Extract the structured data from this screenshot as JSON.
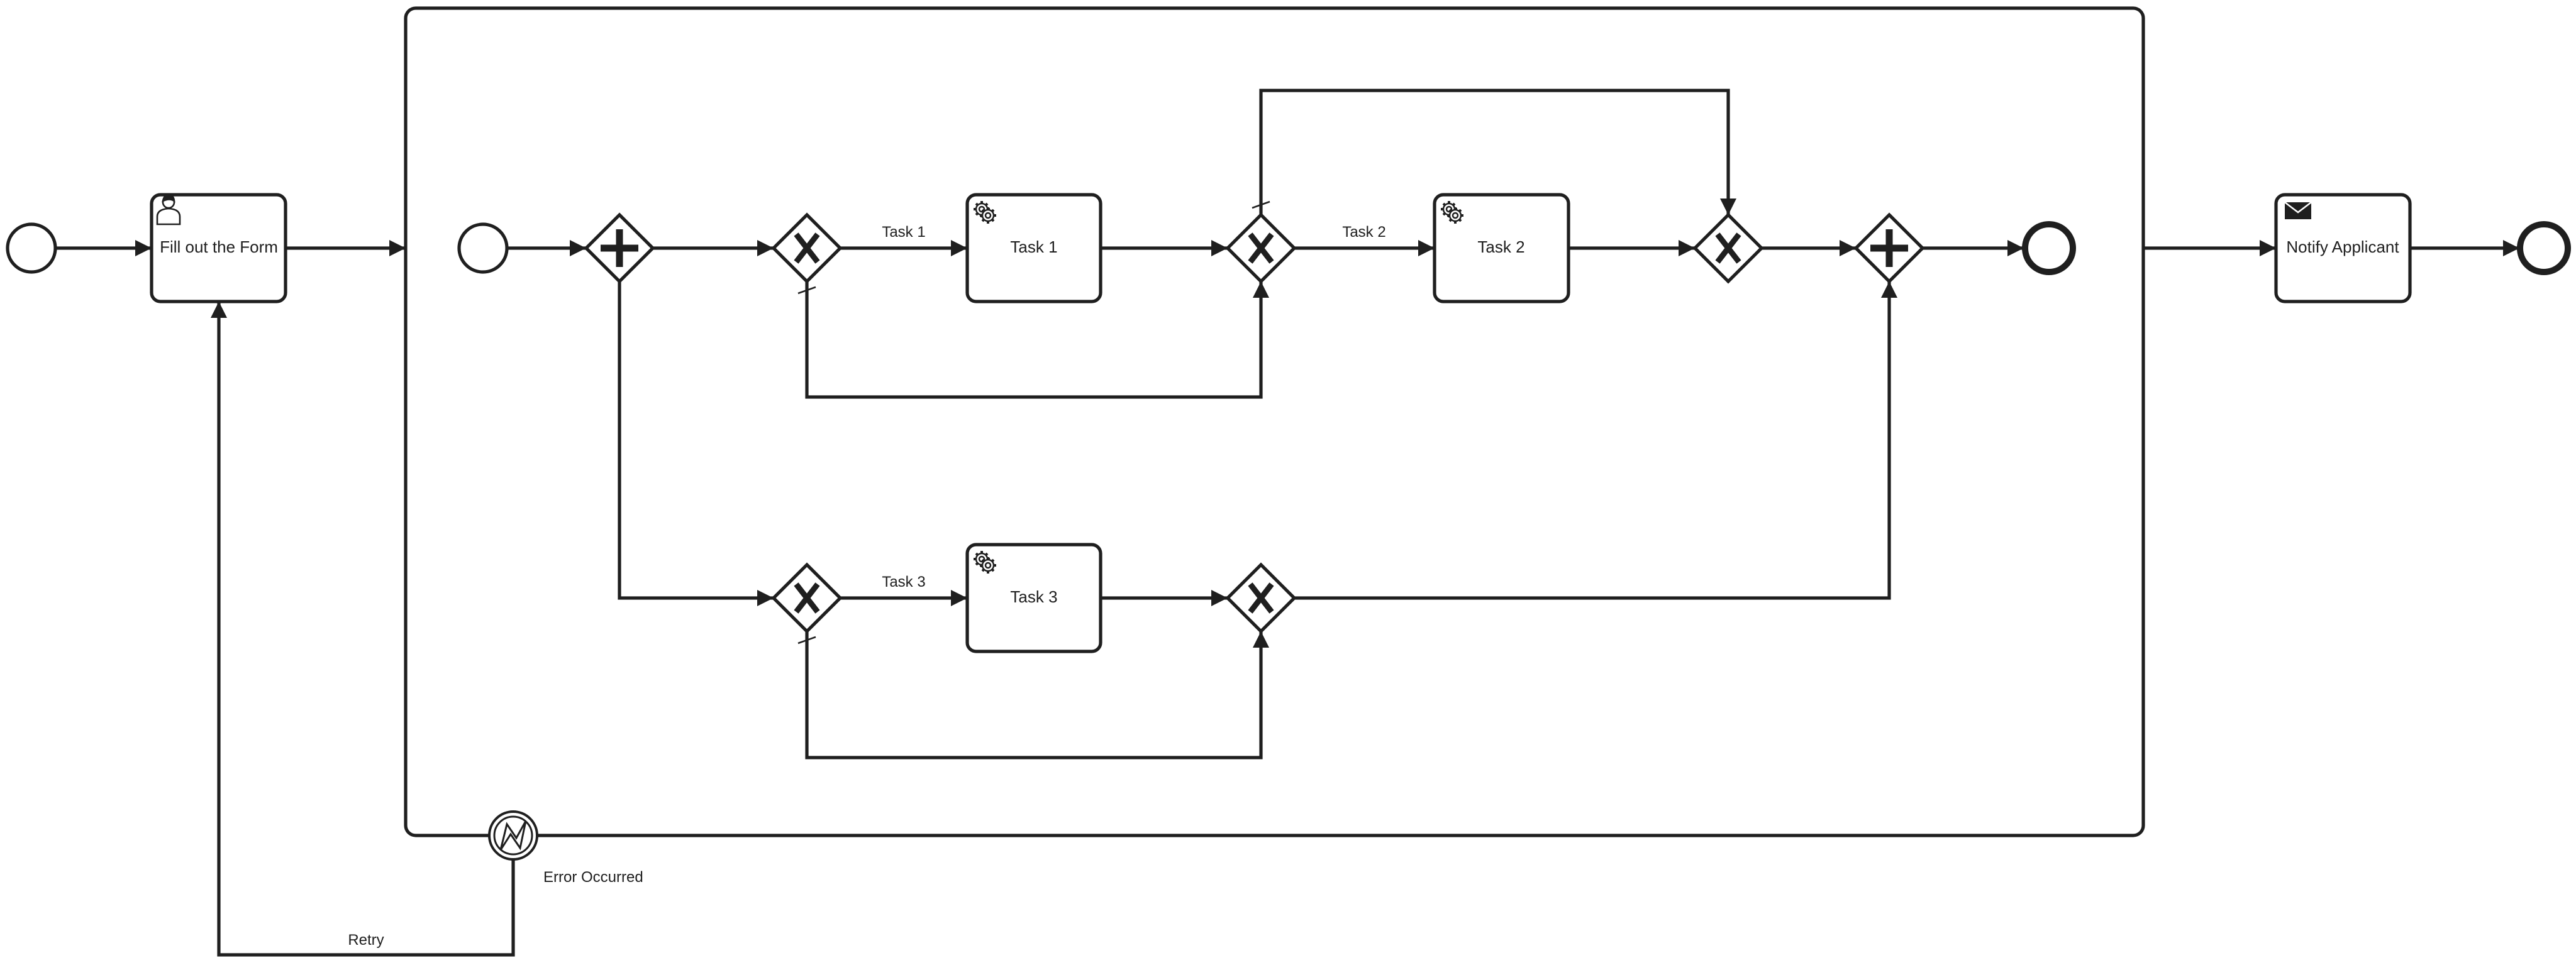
{
  "diagram": {
    "tasks": {
      "fill_form": "Fill out the Form",
      "task1": "Task 1",
      "task2": "Task 2",
      "task3": "Task 3",
      "notify": "Notify Applicant"
    },
    "edge_labels": {
      "to_task1": "Task 1",
      "to_task2": "Task 2",
      "to_task3": "Task 3",
      "retry": "Retry"
    },
    "events": {
      "error_label": "Error Occurred"
    },
    "icons": {
      "fill_form": "user-icon",
      "task1": "gear-icon",
      "task2": "gear-icon",
      "task3": "gear-icon",
      "notify": "envelope-icon"
    },
    "colors": {
      "stroke": "#1f1f1f",
      "background": "#ffffff"
    }
  }
}
